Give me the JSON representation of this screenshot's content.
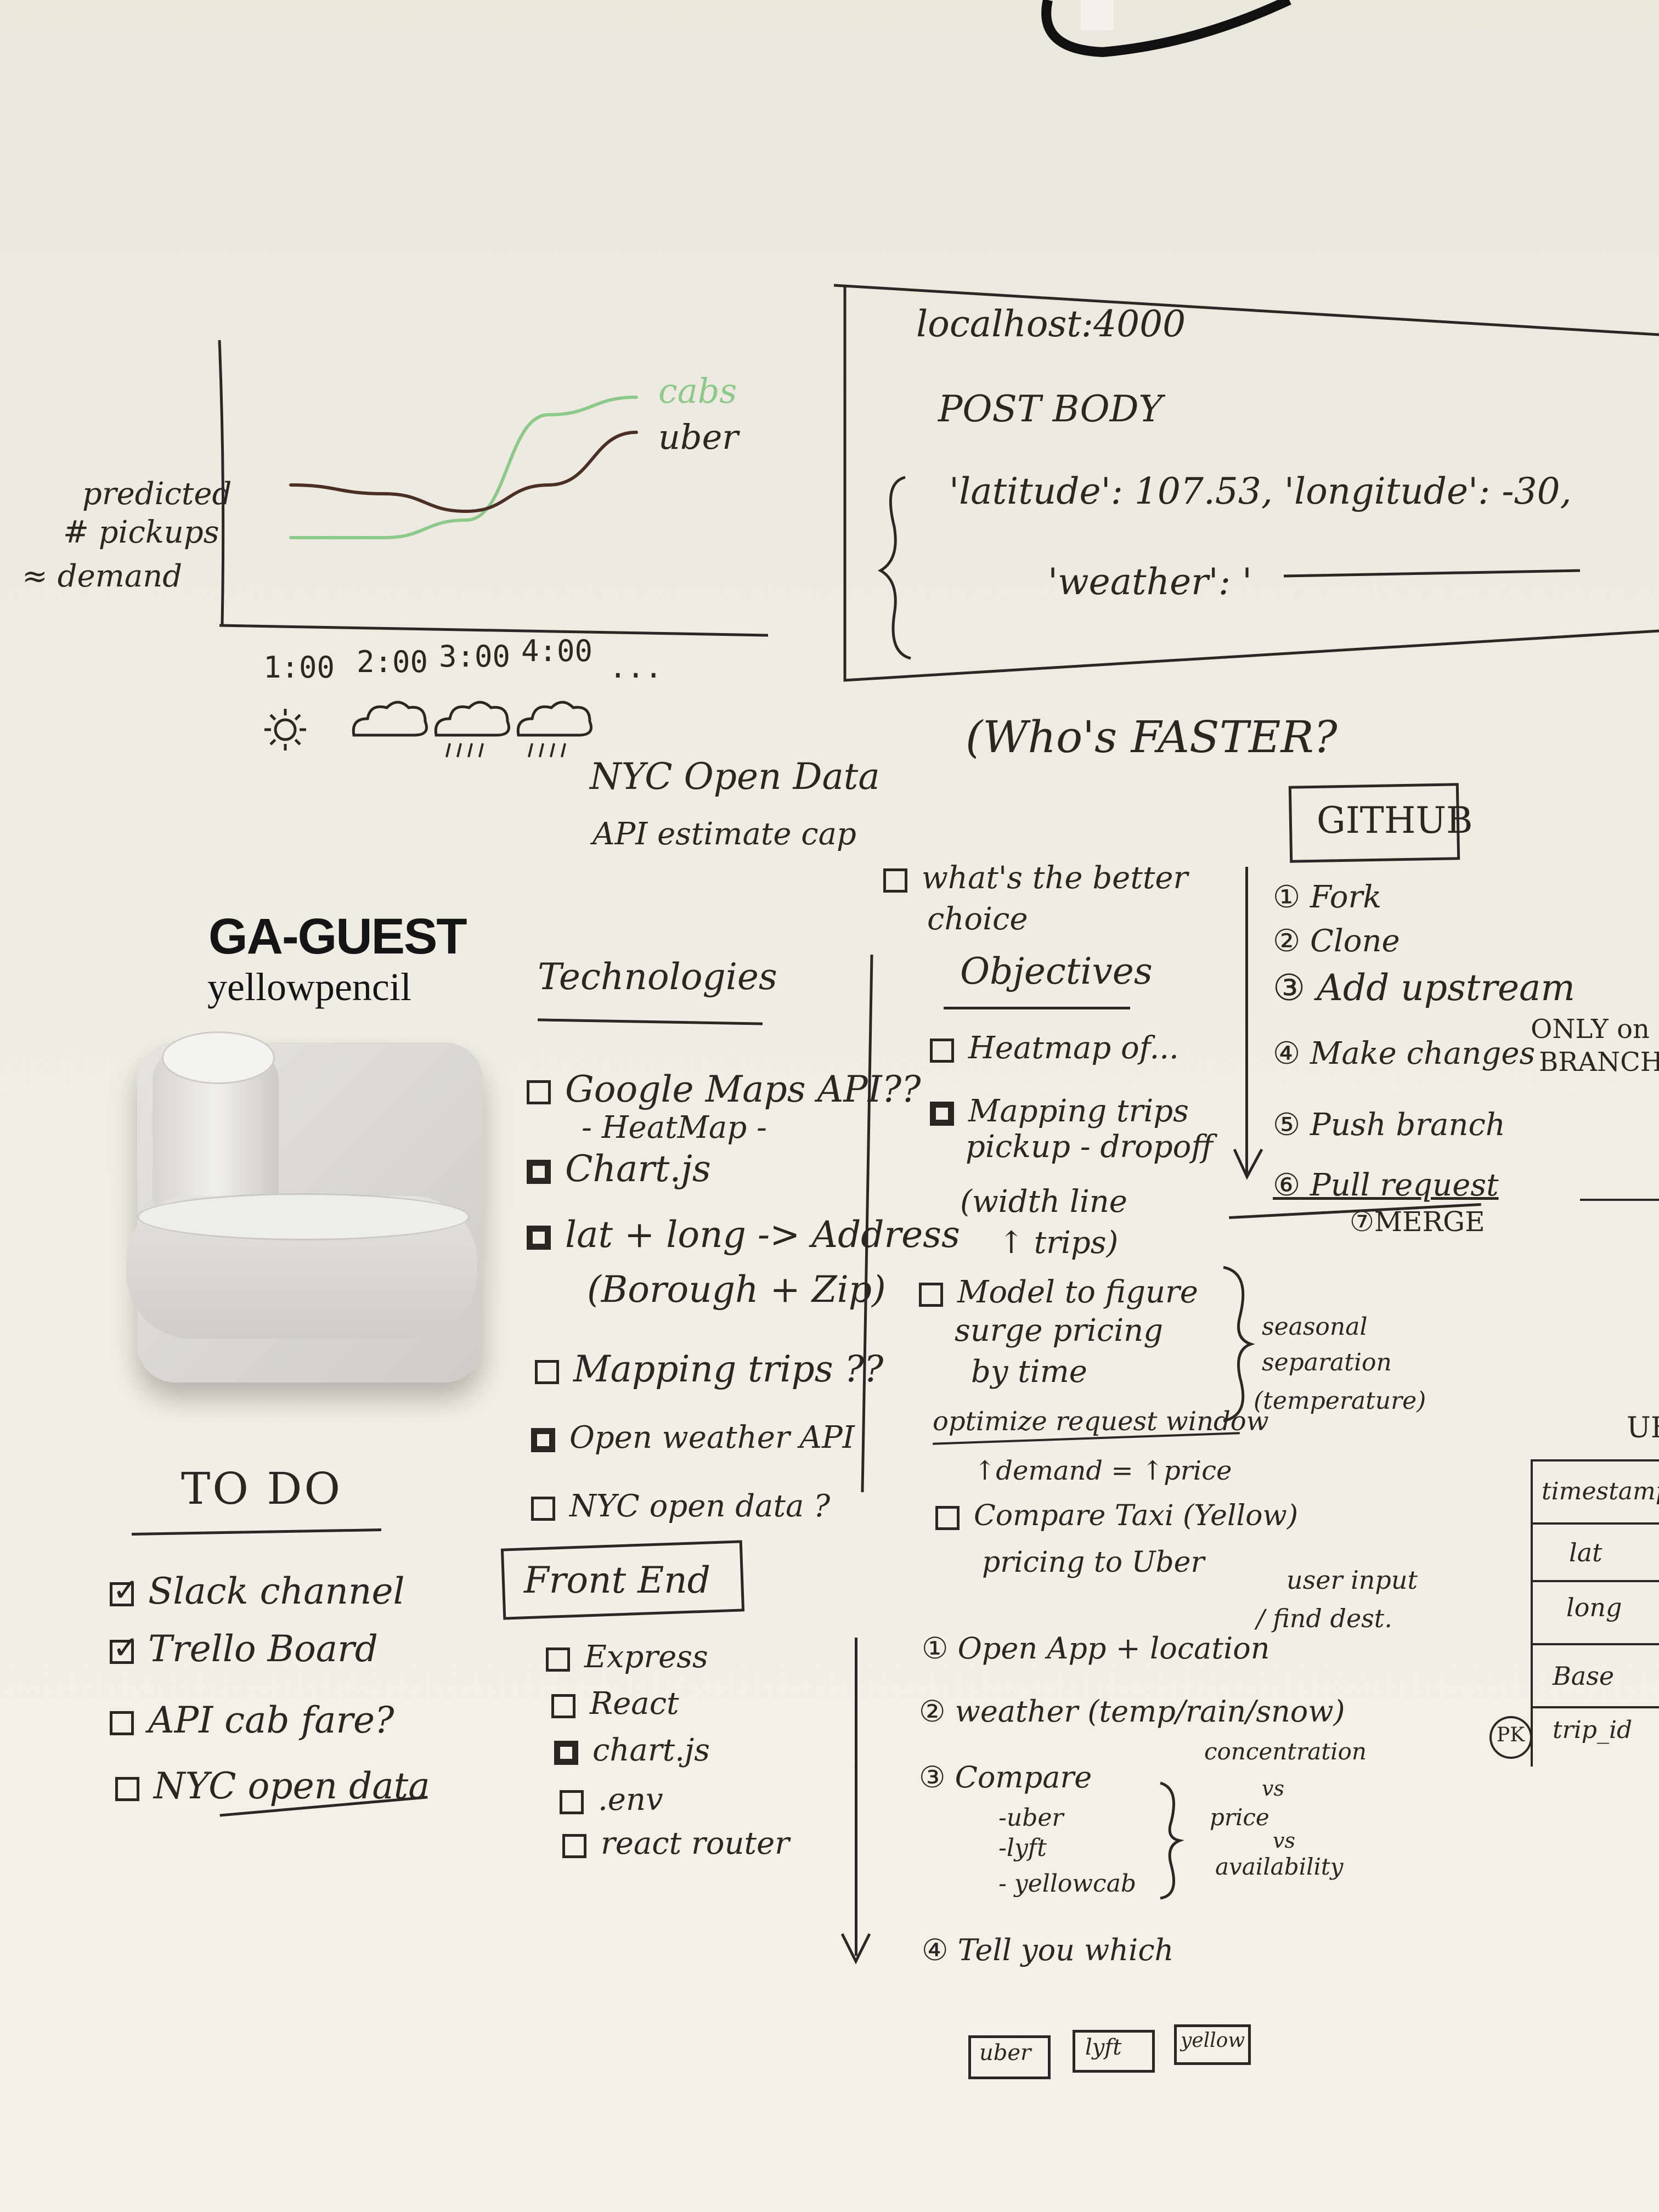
{
  "colors": {
    "wall": "#efebe3",
    "marker": "#2a2622",
    "cabs_line": "#8dc98a",
    "uber_line": "#4a2f25"
  },
  "chart_data": {
    "type": "line",
    "ylabel_lines": [
      "predicted",
      "# pickups",
      "≈ demand"
    ],
    "x": [
      "1:00",
      "2:00",
      "3:00",
      "4:00",
      "..."
    ],
    "weather_icons": [
      "sun-icon",
      "cloud-icon",
      "rain-cloud-icon",
      "rain-cloud-icon"
    ],
    "series": [
      {
        "name": "cabs",
        "color": "#8dc98a",
        "values": [
          1.0,
          1.0,
          1.2,
          2.4,
          2.6
        ]
      },
      {
        "name": "uber",
        "color": "#4a2f25",
        "values": [
          1.6,
          1.5,
          1.3,
          1.6,
          2.2
        ]
      }
    ],
    "ylim": [
      0,
      3
    ]
  },
  "api_box": {
    "host": "localhost:4000",
    "label": "POST BODY",
    "line1": "'latitude': 107.53, 'longitude': -30,",
    "line2": "'weather': '"
  },
  "question": "(Who's FASTER?",
  "nyc_note": {
    "line1": "NYC Open Data",
    "line2": "API estimate cap"
  },
  "wifi": {
    "network": "GA-GUEST",
    "password": "yellowpencil"
  },
  "technologies": {
    "title": "Technologies",
    "items": [
      {
        "label": "Google Maps API??",
        "sub": "- HeatMap -",
        "state": "empty"
      },
      {
        "label": "Chart.js",
        "sub": "",
        "state": "filled"
      },
      {
        "label": "lat + long -> Address",
        "sub": "(Borough + Zip)",
        "state": "filled"
      },
      {
        "label": "Mapping trips ??",
        "sub": "",
        "state": "empty"
      },
      {
        "label": "Open weather API",
        "sub": "",
        "state": "filled"
      },
      {
        "label": "NYC open data ?",
        "sub": "",
        "state": "empty"
      }
    ]
  },
  "front_end": {
    "title": "Front End",
    "items": [
      {
        "label": "Express",
        "state": "empty"
      },
      {
        "label": "React",
        "state": "empty"
      },
      {
        "label": "chart.js",
        "state": "filled"
      },
      {
        "label": ".env",
        "state": "empty"
      },
      {
        "label": "react router",
        "state": "empty"
      }
    ]
  },
  "todo": {
    "title": "TO DO",
    "items": [
      {
        "label": "Slack channel",
        "state": "checked"
      },
      {
        "label": "Trello Board",
        "state": "checked"
      },
      {
        "label": "API cab fare?",
        "state": "empty"
      },
      {
        "label": "NYC open data",
        "state": "empty"
      }
    ]
  },
  "objectives": {
    "pre_item": {
      "line1": "what's the better",
      "line2": "choice"
    },
    "title": "Objectives",
    "heatmap": "Heatmap of...",
    "mapping": {
      "line1": "Mapping trips",
      "line2": "pickup - dropoff",
      "line3": "(width line",
      "line4": "↑ trips)"
    },
    "model": {
      "line1": "Model to figure",
      "line2": "surge pricing",
      "line3": "by time"
    },
    "seasonal": {
      "line1": "seasonal",
      "line2": "separation",
      "line3": "(temperature)"
    },
    "optimize": "optimize request window",
    "demand_note": "↑demand = ↑price",
    "compare": {
      "line1": "Compare Taxi (Yellow)",
      "line2": "pricing to Uber"
    },
    "steps": [
      {
        "num": "1",
        "label": "Open App + location"
      },
      {
        "num": "2",
        "label": "weather (temp/rain/snow)"
      },
      {
        "num": "3",
        "label": "Compare"
      },
      {
        "num": "4",
        "label": "Tell you which"
      }
    ],
    "user_input": {
      "line1": "user input",
      "line2": "/ find dest."
    },
    "compare_list": [
      "-uber",
      "-lyft",
      "- yellowcab"
    ],
    "compare_factors": [
      "concentration",
      "vs",
      "price",
      "vs",
      "availability"
    ],
    "choices": [
      "uber",
      "lyft",
      "yellow"
    ]
  },
  "github": {
    "title": "GITHUB",
    "steps": [
      {
        "num": "1",
        "label": "Fork"
      },
      {
        "num": "2",
        "label": "Clone"
      },
      {
        "num": "3",
        "label": "Add upstream"
      },
      {
        "num": "4",
        "label": "Make changes"
      },
      {
        "num": "5",
        "label": "Push branch"
      },
      {
        "num": "6",
        "label": "Pull request"
      },
      {
        "num": "7",
        "label": "MERGE"
      }
    ],
    "branch_note": {
      "line1": "ONLY on",
      "line2": "BRANCH"
    }
  },
  "schema": {
    "title": "UB",
    "rows": [
      "timestamp",
      "lat",
      "long",
      "Base",
      "trip_id"
    ],
    "pk": "PK"
  }
}
